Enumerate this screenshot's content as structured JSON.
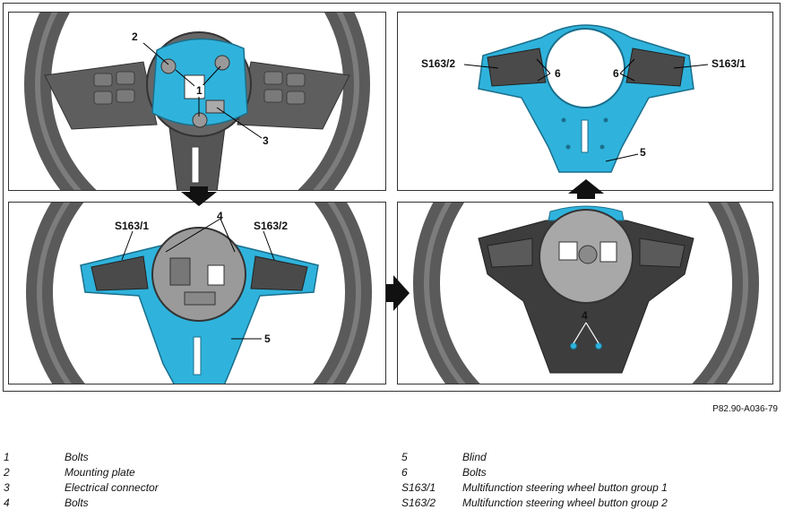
{
  "callouts": {
    "tl": {
      "c2": "2",
      "c1": "1",
      "c3": "3"
    },
    "tr": {
      "s163_2": "S163/2",
      "s163_1": "S163/1",
      "c6a": "6",
      "c6b": "6",
      "c5": "5"
    },
    "bl": {
      "s163_1": "S163/1",
      "s163_2": "S163/2",
      "c4": "4",
      "c5": "5"
    },
    "br": {
      "c4": "4"
    }
  },
  "figure_code": "P82.90-A036-79",
  "legend": [
    {
      "key": "1",
      "desc": "Bolts"
    },
    {
      "key": "2",
      "desc": "Mounting plate"
    },
    {
      "key": "3",
      "desc": "Electrical connector"
    },
    {
      "key": "4",
      "desc": "Bolts"
    },
    {
      "key": "5",
      "desc": "Blind"
    },
    {
      "key": "6",
      "desc": "Bolts"
    },
    {
      "key": "S163/1",
      "desc": "Multifunction steering wheel button group 1"
    },
    {
      "key": "S163/2",
      "desc": "Multifunction steering wheel button group 2"
    }
  ],
  "colors": {
    "highlight": "#2fb3dc",
    "wheel_dark": "#4a4a4a",
    "wheel_light": "#8c8c8c",
    "metal": "#b9b9b9"
  }
}
